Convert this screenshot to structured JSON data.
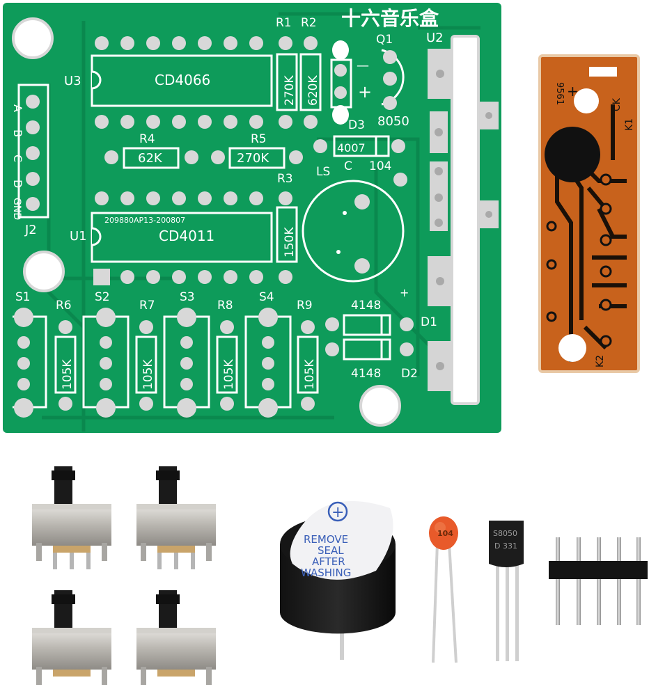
{
  "pcb": {
    "title": "十六音乐盒",
    "ic_u3": {
      "ref": "U3",
      "part": "CD4066"
    },
    "ic_u1": {
      "ref": "U1",
      "part": "CD4011",
      "code": "209880AP13-200807"
    },
    "u2": "U2",
    "j2": {
      "ref": "J2",
      "pins": [
        "A",
        "B",
        "C",
        "D",
        "GND"
      ]
    },
    "resistors": [
      {
        "ref": "R1",
        "value": "270K"
      },
      {
        "ref": "R2",
        "value": "620K"
      },
      {
        "ref": "R3",
        "value": "150K"
      },
      {
        "ref": "R4",
        "value": "62K"
      },
      {
        "ref": "R5",
        "value": "270K"
      },
      {
        "ref": "R6",
        "value": "105K"
      },
      {
        "ref": "R7",
        "value": "105K"
      },
      {
        "ref": "R8",
        "value": "105K"
      },
      {
        "ref": "R9",
        "value": "105K"
      }
    ],
    "switches": [
      "S1",
      "S2",
      "S3",
      "S4"
    ],
    "q1": {
      "ref": "Q1",
      "part": "8050"
    },
    "d3": {
      "ref": "D3",
      "part": "4007"
    },
    "cap": {
      "ref": "C",
      "value": "104"
    },
    "speaker": "LS",
    "d1": {
      "ref": "D1",
      "part": "4148"
    },
    "d2": {
      "ref": "D2",
      "part": "4148"
    },
    "plus": "+",
    "minus": "—"
  },
  "module": {
    "k1": "K1",
    "k2": "K2",
    "ck": "CK",
    "code": "9561",
    "plus": "+"
  },
  "buzzer": {
    "line1": "REMOVE",
    "line2": "SEAL",
    "line3": "AFTER",
    "line4": "WASHING",
    "plus": "+"
  },
  "capacitor_label": "104",
  "transistor": {
    "line1": "S8050",
    "line2": "D 331"
  },
  "colors": {
    "pcb": "#0e9b5a",
    "silk": "#ffffff",
    "pad": "#d8d8d8",
    "copper": "#c8621c"
  }
}
